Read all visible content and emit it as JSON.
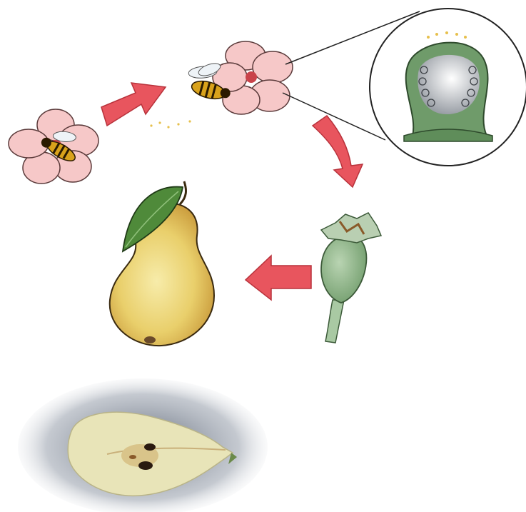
{
  "diagram": {
    "stages": [
      {
        "id": "bee-visiting-flower",
        "icon": "bee-on-flower-icon"
      },
      {
        "id": "bee-pollinating-flower",
        "icon": "bee-pollinating-flower-icon"
      },
      {
        "id": "ovary-cross-section",
        "icon": "magnified-ovary-icon"
      },
      {
        "id": "developing-ovary",
        "icon": "swollen-ovary-icon"
      },
      {
        "id": "ripe-pear",
        "icon": "pear-fruit-icon"
      },
      {
        "id": "pear-half",
        "icon": "pear-cross-section-icon"
      }
    ],
    "arrows": [
      {
        "from": "bee-visiting-flower",
        "to": "bee-pollinating-flower"
      },
      {
        "from": "bee-pollinating-flower",
        "to": "developing-ovary"
      },
      {
        "from": "developing-ovary",
        "to": "ripe-pear"
      }
    ],
    "colors": {
      "arrow": "#e8555e",
      "petal": "#f6c8c8",
      "petal_outline": "#5a3a3a",
      "bee_body": "#d9a21b",
      "ovary": "#8fb58a",
      "pear": "#e8cf6a",
      "leaf": "#4f8a3a"
    }
  }
}
